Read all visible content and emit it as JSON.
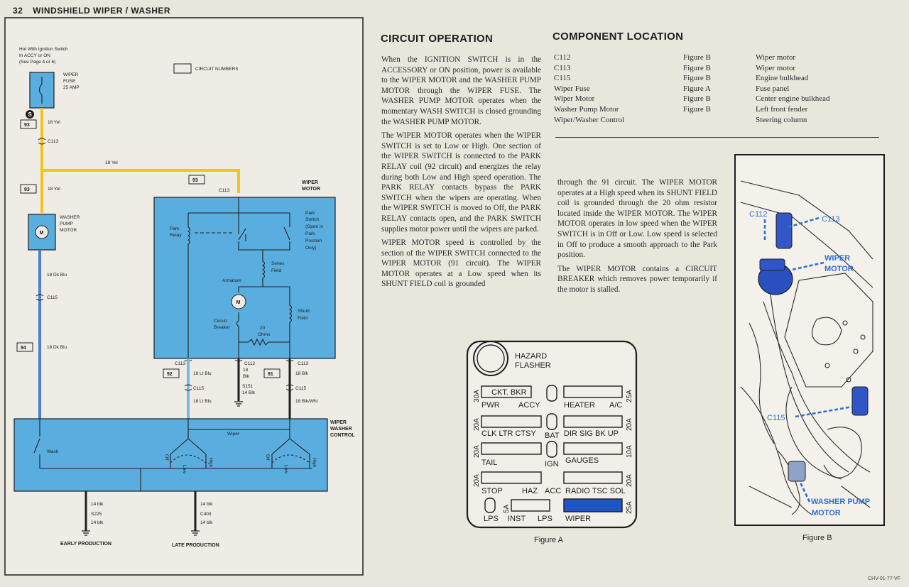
{
  "header": {
    "page_number": "32",
    "title": "WINDSHIELD WIPER / WASHER"
  },
  "wiring": {
    "legend": "CIRCUIT  NUMBERS",
    "hot_note": [
      "Hot With Ignition Switch",
      "In ACCY or ON",
      "(See Page 4 or 6)"
    ],
    "wiper_fuse": [
      "WIPER",
      "FUSE",
      "25 AMP"
    ],
    "s_marker": "S",
    "circuit_93": "93",
    "circuit_94": "94",
    "circuit_92": "92",
    "circuit_91": "91",
    "wire_18yel": "18 Yel",
    "wire_18dkblu": "18 Dk Blu",
    "wire_18ltblu": "18 Lt Blu",
    "wire_18blk": "18 Blk",
    "wire_18blkwht": "18 Blk/Wht",
    "wire_18": "18",
    "wire_blk": "Blk",
    "wire_14blk": "14 Blk",
    "wire_14blk_lc": "14 blk",
    "c113": "C113",
    "c115": "C115",
    "c112": "C112",
    "s151": "S151",
    "s225": "S225",
    "c403": "C403",
    "washer_pump_motor": [
      "WASHER",
      "PUMP",
      "MOTOR"
    ],
    "motor_letter": "M",
    "wiper_motor_label": [
      "WIPER",
      "MOTOR"
    ],
    "park_relay": [
      "Park",
      "Relay"
    ],
    "park_switch": [
      "Park",
      "Switch",
      "(Open in",
      "Park",
      "Position",
      "Only)"
    ],
    "series_field": [
      "Series",
      "Field"
    ],
    "armature": "Armature",
    "circuit_breaker": [
      "Circuit",
      "Breaker"
    ],
    "resistor": [
      "20",
      "Ohms"
    ],
    "shunt_field": [
      "Shunt",
      "Field"
    ],
    "control_label": [
      "WIPER",
      "WASHER",
      "CONTROL"
    ],
    "wiper_word": "Wiper",
    "wash_word": "Wash",
    "off_word": "Off",
    "low_word": "Low",
    "high_word": "High",
    "early_production": "EARLY PRODUCTION",
    "late_production": "LATE PRODUCTION"
  },
  "circuit_operation": {
    "title": "CIRCUIT OPERATION",
    "paragraphs_left": [
      "When the IGNITION SWITCH is in the ACCESSORY or ON position, power is available to the WIPER MOTOR and the WASHER PUMP MOTOR through the WIPER FUSE. The WASHER PUMP MOTOR operates when the momentary WASH SWITCH is closed grounding the WASHER PUMP MOTOR.",
      "The WIPER MOTOR operates when the WIPER SWITCH is set to Low or High. One section of the WIPER SWITCH is connected to the PARK RELAY coil (92 circuit) and energizes the relay during both Low and High speed operation. The PARK RELAY contacts bypass the PARK SWITCH when the wipers are operating. When the WIPER SWITCH is moved to Off, the PARK RELAY contacts open, and the PARK SWITCH supplies motor power until the wipers are parked.",
      "WIPER MOTOR speed is controlled by the section of the WIPER SWITCH connected to the WIPER MOTOR (91 circuit). The WIPER MOTOR operates at a Low speed when its SHUNT FIELD coil is grounded"
    ],
    "paragraphs_right": [
      "through the 91 circuit. The WIPER MOTOR operates at a High speed when its SHUNT FIELD coil is grounded through the 20 ohm resistor located inside the WIPER MOTOR. The WIPER MOTOR operates in low speed when the WIPER SWITCH is in Off or Low. Low speed is selected in Off to produce a smooth approach to the Park position.",
      "The WIPER MOTOR contains a CIRCUIT BREAKER which removes power temporarily if the motor is stalled."
    ]
  },
  "component_location": {
    "title": "COMPONENT LOCATION",
    "rows": [
      {
        "component": "C112",
        "figure": "Figure B",
        "location": "Wiper motor"
      },
      {
        "component": "C113",
        "figure": "Figure B",
        "location": "Wiper motor"
      },
      {
        "component": "C115",
        "figure": "Figure B",
        "location": "Engine bulkhead"
      },
      {
        "component": "Wiper Fuse",
        "figure": "Figure A",
        "location": "Fuse panel"
      },
      {
        "component": "Wiper Motor",
        "figure": "Figure B",
        "location": "Center engine bulkhead"
      },
      {
        "component": "Washer Pump Motor",
        "figure": "Figure B",
        "location": "Left front fender"
      },
      {
        "component": "Wiper/Washer Control",
        "figure": "",
        "location": "Steering column"
      }
    ]
  },
  "figure_a": {
    "caption": "Figure A",
    "flasher": [
      "HAZARD",
      "FLASHER"
    ],
    "fuses": {
      "ckt_bkr": "CKT. BKR",
      "pwr": "PWR",
      "accy": "ACCY",
      "heater": "HEATER",
      "ac": "A/C",
      "clk": "CLK LTR CTSY",
      "bat": "BAT",
      "dir": "DIR SIG BK UP",
      "tail": "TAIL",
      "ign": "IGN",
      "gauges": "GAUGES",
      "stop": "STOP",
      "haz": "HAZ",
      "acc": "ACC",
      "radio": "RADIO TSC SOL",
      "lps": "LPS",
      "inst": "INST",
      "lps2": "LPS",
      "wiper": "WIPER",
      "a30": "30A",
      "a25": "25A",
      "a20": "20A",
      "a10": "10A",
      "a5": "5A"
    },
    "highlight_color": "#1d55c4"
  },
  "figure_b": {
    "caption": "Figure B",
    "labels": {
      "c112": "C112",
      "c113": "C113",
      "wiper_motor": [
        "WIPER",
        "MOTOR"
      ],
      "c115": "C115",
      "washer_pump_motor": [
        "WASHER PUMP",
        "MOTOR"
      ]
    },
    "label_color": "#2f6fd6"
  },
  "footer": "CHV-01-77-VF",
  "colors": {
    "yellow_wire": "#f2c31c",
    "blue_wire": "#4d7fd0",
    "light_blue_wire": "#79b8e6",
    "component_fill": "#5aaedf"
  }
}
